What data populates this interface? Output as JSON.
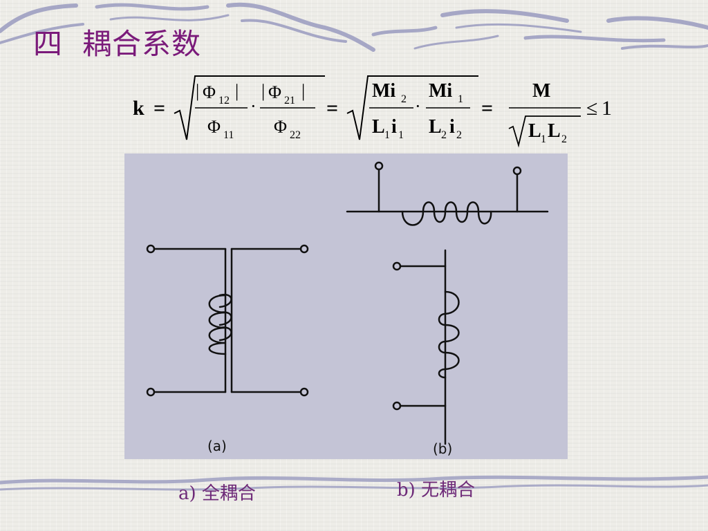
{
  "slide": {
    "title_number": "四",
    "title_text": "耦合系数"
  },
  "formula": {
    "k": "k",
    "eq": "=",
    "bar": "|",
    "phi": "Φ",
    "sub_12": "12",
    "sub_21": "21",
    "sub_11": "11",
    "sub_22": "22",
    "dot": "·",
    "Mi": "Mi",
    "L": "L",
    "i": "i",
    "M": "M",
    "sub_1": "1",
    "sub_2": "2",
    "leq": "≤",
    "one": "1"
  },
  "diagram": {
    "label_a": "(a)",
    "label_b": "(b)"
  },
  "captions": {
    "a": "a) 全耦合",
    "b": "b) 无耦合"
  },
  "colors": {
    "title": "#7a1a7a",
    "caption": "#6e2a78",
    "panel": "#c4c4d6",
    "decor_wave": "#8e8fb8"
  }
}
